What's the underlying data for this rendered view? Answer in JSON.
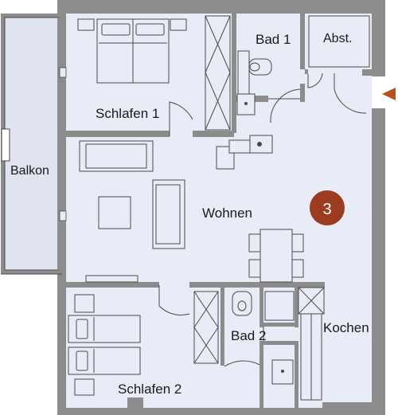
{
  "rooms": {
    "schlafen1": "Schlafen 1",
    "bad1": "Bad 1",
    "abst": "Abst.",
    "balkon": "Balkon",
    "wohnen": "Wohnen",
    "bad2": "Bad 2",
    "kochen": "Kochen",
    "schlafen2": "Schlafen 2"
  },
  "unit_badge": {
    "number": "3",
    "color": "#9c3b1f"
  },
  "entrance_arrow": {
    "color": "#b8501f"
  },
  "colors": {
    "floor": "#e8ecf6",
    "wall": "#8c8c8c",
    "line": "#4a4a4a"
  }
}
